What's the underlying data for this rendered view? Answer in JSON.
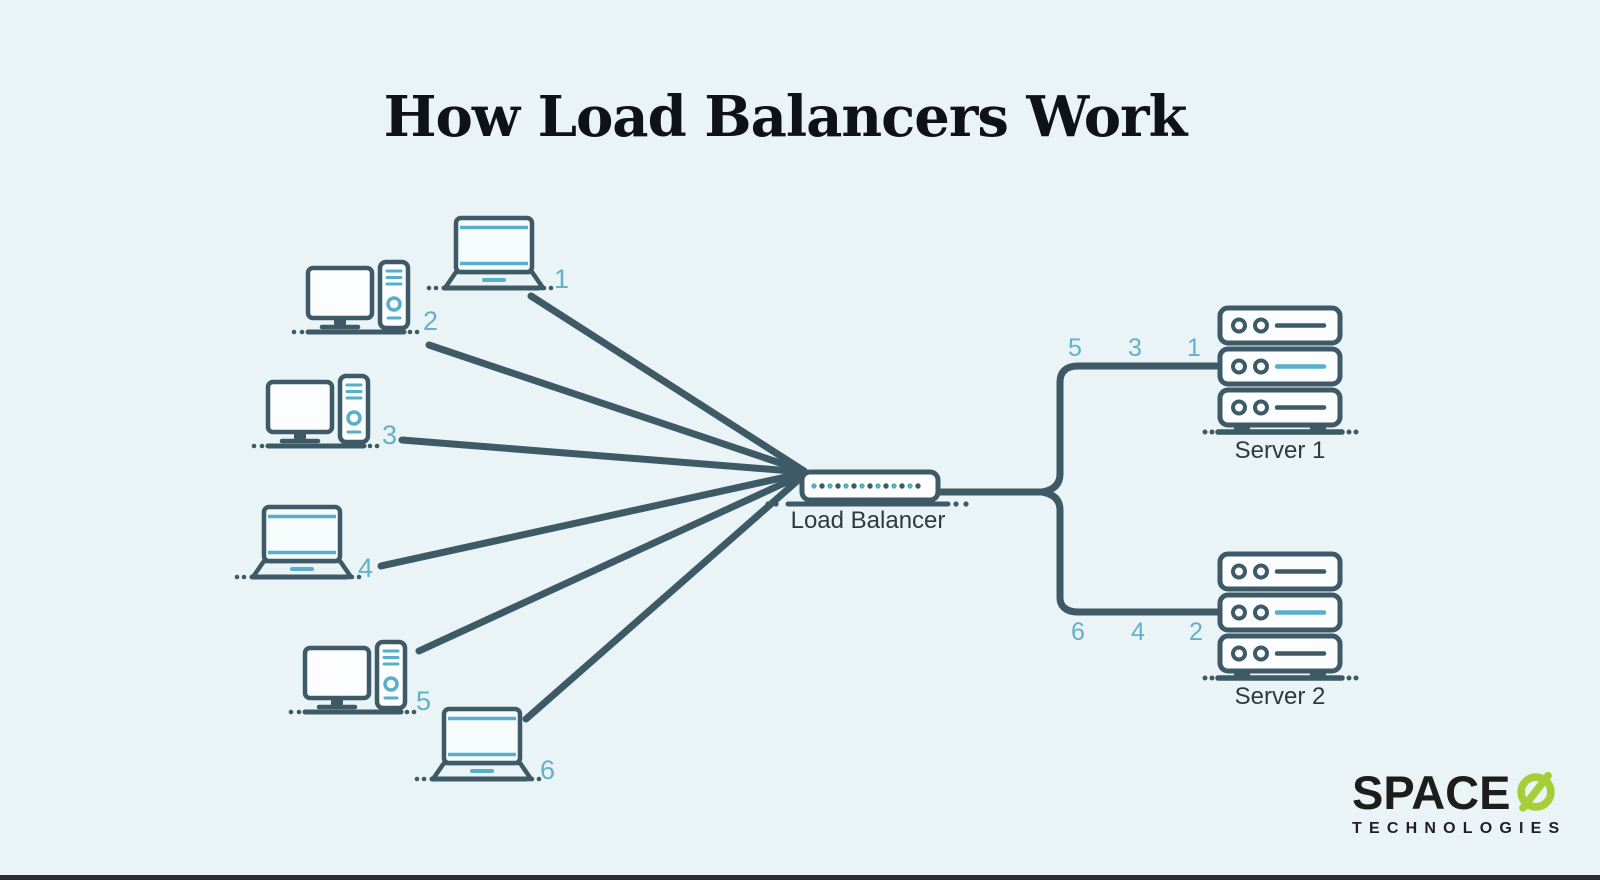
{
  "title": "How Load Balancers Work",
  "colors": {
    "background": "#eaf4f6",
    "outline_dark": "#3d5a66",
    "accent_blue": "#58aecb",
    "number_blue": "#62b1ca",
    "label_text": "#2f3a3e",
    "title_text": "#0e1316",
    "logo_black": "#1d1d1b",
    "logo_green": "#a5ce39"
  },
  "clients": [
    {
      "label": "1",
      "device": "laptop",
      "icon": "laptop-icon"
    },
    {
      "label": "2",
      "device": "desktop",
      "icon": "desktop-computer-icon"
    },
    {
      "label": "3",
      "device": "desktop",
      "icon": "desktop-computer-icon"
    },
    {
      "label": "4",
      "device": "laptop",
      "icon": "laptop-icon"
    },
    {
      "label": "5",
      "device": "desktop",
      "icon": "desktop-computer-icon"
    },
    {
      "label": "6",
      "device": "laptop",
      "icon": "laptop-icon"
    }
  ],
  "load_balancer": {
    "label": "Load Balancer",
    "icon": "network-appliance-icon"
  },
  "servers": [
    {
      "label": "Server 1",
      "icon": "server-rack-icon",
      "request_numbers": [
        "5",
        "3",
        "1"
      ]
    },
    {
      "label": "Server 2",
      "icon": "server-rack-icon",
      "request_numbers": [
        "6",
        "4",
        "2"
      ]
    }
  ],
  "logo": {
    "wordmark": "SPACE",
    "mark_icon": "slashed-o-icon",
    "subtitle": "TECHNOLOGIES"
  }
}
